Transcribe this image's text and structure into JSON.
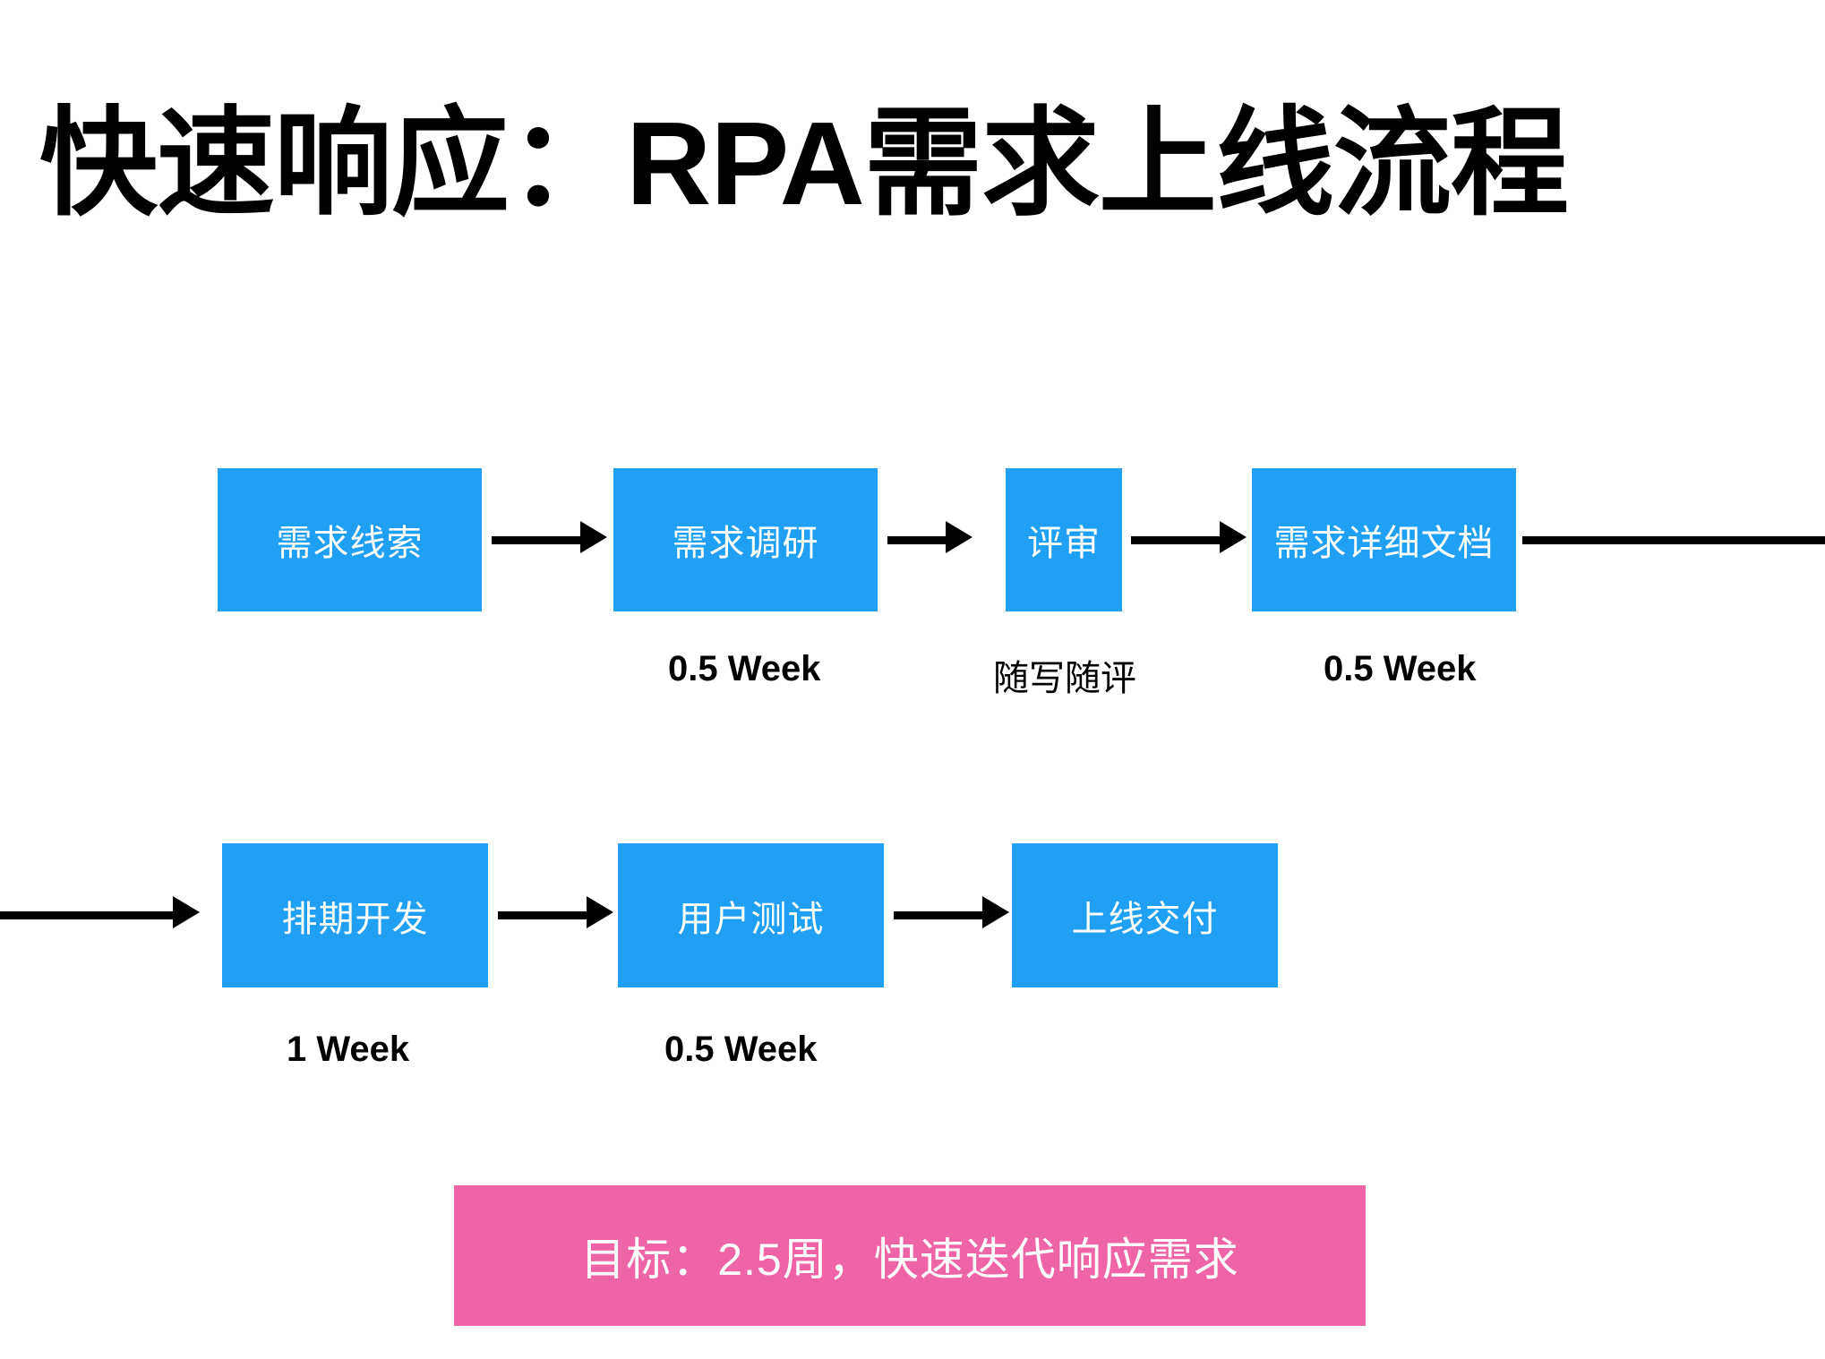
{
  "slide": {
    "title": "快速响应：RPA需求上线流程",
    "background_color": "#ffffff",
    "accent_color": "#20A0F5",
    "banner_color": "#EF64A6",
    "text_color": "#000000"
  },
  "flow": {
    "row1": [
      {
        "label": "需求线索",
        "caption": ""
      },
      {
        "label": "需求调研",
        "caption": "0.5 Week"
      },
      {
        "label": "评审",
        "caption": "随写随评"
      },
      {
        "label": "需求详细文档",
        "caption": "0.5 Week"
      }
    ],
    "row2": [
      {
        "label": "排期开发",
        "caption": "1 Week"
      },
      {
        "label": "用户测试",
        "caption": "0.5 Week"
      },
      {
        "label": "上线交付",
        "caption": ""
      }
    ]
  },
  "banner": {
    "text": "目标：2.5周，快速迭代响应需求"
  }
}
